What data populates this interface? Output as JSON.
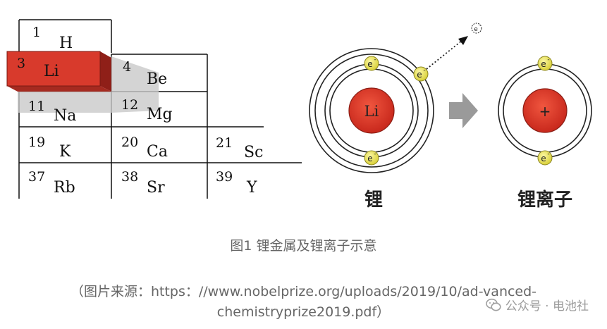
{
  "periodic_table": {
    "elements": [
      {
        "number": "1",
        "symbol": "H"
      },
      {
        "number": "3",
        "symbol": "Li"
      },
      {
        "number": "4",
        "symbol": "Be"
      },
      {
        "number": "11",
        "symbol": "Na"
      },
      {
        "number": "12",
        "symbol": "Mg"
      },
      {
        "number": "19",
        "symbol": "K"
      },
      {
        "number": "20",
        "symbol": "Ca"
      },
      {
        "number": "21",
        "symbol": "Sc"
      },
      {
        "number": "37",
        "symbol": "Rb"
      },
      {
        "number": "38",
        "symbol": "Sr"
      },
      {
        "number": "39",
        "symbol": "Y"
      }
    ],
    "highlight_color": "#d83a2c"
  },
  "atoms": {
    "atom_nucleus": "Li",
    "atom_label": "锂",
    "ion_nucleus": "+",
    "ion_label": "锂离子",
    "electron_symbol": "e",
    "electron_charge": "-",
    "electron_color": "#e9e34a",
    "nucleus_color": "#e0382a",
    "arrow_color": "#9a9a9a"
  },
  "caption": "图1 锂金属及锂离子示意",
  "source_line1": "（图片来源：https：//www.nobelprize.org/uploads/2019/10/ad-vanced-",
  "source_line2": "chemistryprize2019.pdf）",
  "watermark": "公众号 · 电池社"
}
